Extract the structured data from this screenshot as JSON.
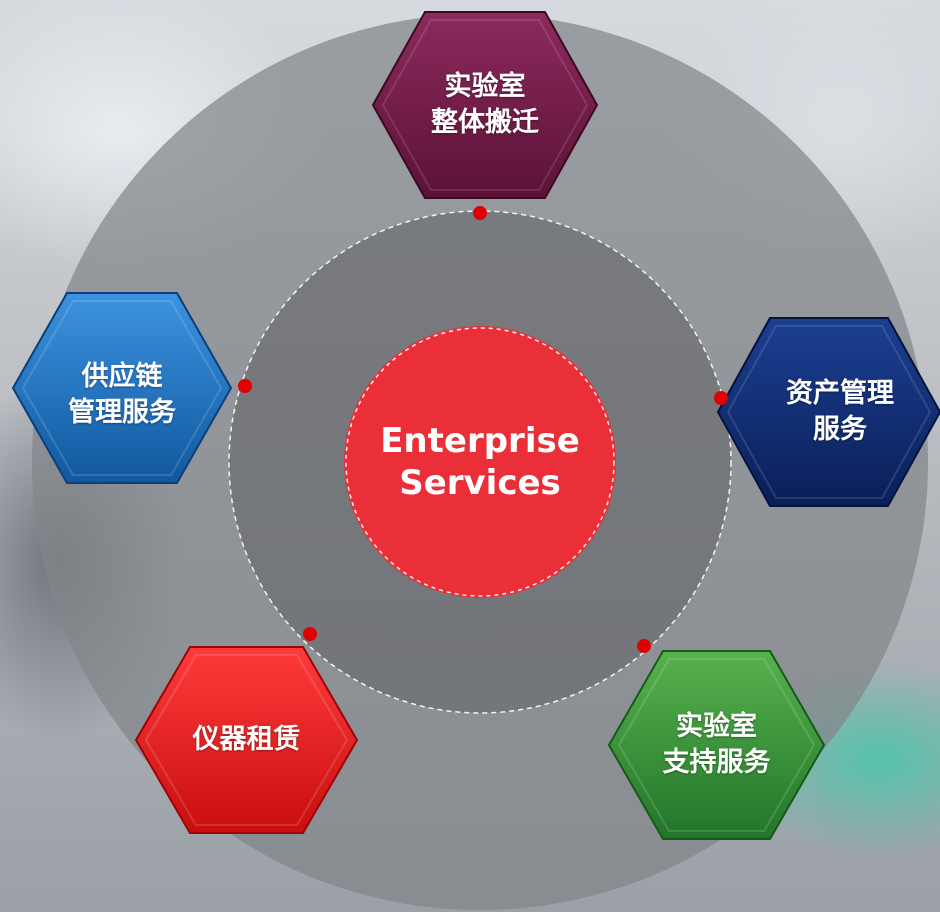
{
  "center": {
    "line1": "Enterprise",
    "line2": "Services",
    "color": "#e8303a"
  },
  "services": {
    "lab_relocation": {
      "line1": "实验室",
      "line2": "整体搬迁",
      "color": "#7a1f4f"
    },
    "asset_management": {
      "line1": "资产管理",
      "line2": "服务",
      "color": "#0d2e78"
    },
    "lab_support": {
      "line1": "实验室",
      "line2": "支持服务",
      "color": "#2e8f33"
    },
    "instrument_rental": {
      "line1": "仪器租赁",
      "color": "#e01818"
    },
    "supply_chain": {
      "line1": "供应链",
      "line2": "管理服务",
      "color": "#1a6fc4"
    }
  },
  "connector_color": "#e00000"
}
